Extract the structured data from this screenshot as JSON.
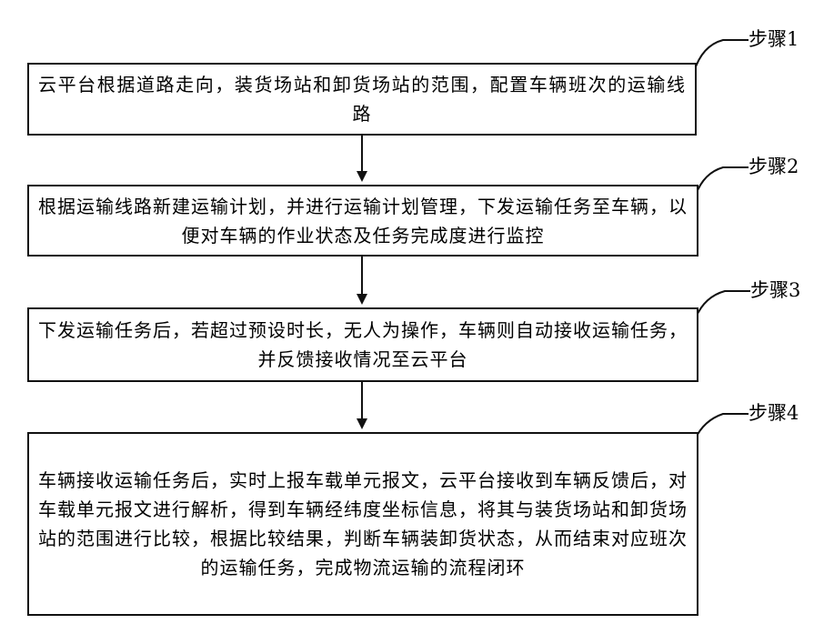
{
  "steps": [
    {
      "label": "步骤1",
      "text": "云平台根据道路走向，装货场站和卸货场站的范围，配置车辆班次的运输线路"
    },
    {
      "label": "步骤2",
      "text": "根据运输线路新建运输计划，并进行运输计划管理，下发运输任务至车辆，以便对车辆的作业状态及任务完成度进行监控"
    },
    {
      "label": "步骤3",
      "text": "下发运输任务后，若超过预设时长，无人为操作，车辆则自动接收运输任务，并反馈接收情况至云平台"
    },
    {
      "label": "步骤4",
      "text": "车辆接收运输任务后，实时上报车载单元报文，云平台接收到车辆反馈后，对车载单元报文进行解析，得到车辆经纬度坐标信息，将其与装货场站和卸货场站的范围进行比较，根据比较结果，判断车辆装卸货状态，从而结束对应班次的运输任务，完成物流运输的流程闭环"
    }
  ],
  "colors": {
    "line": "#111111",
    "background": "#ffffff"
  }
}
